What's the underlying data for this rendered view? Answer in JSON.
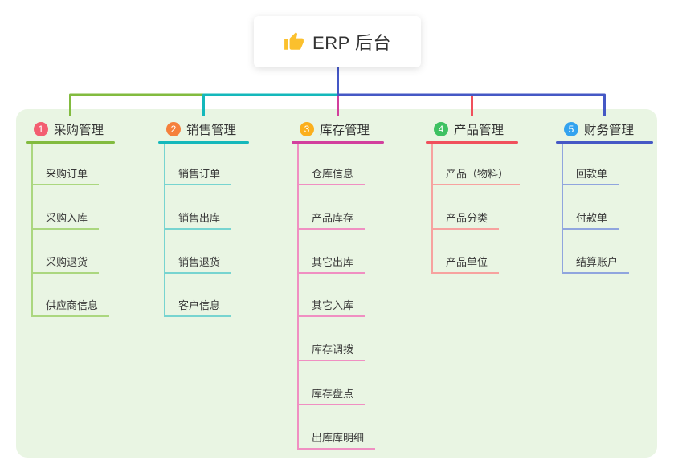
{
  "root": {
    "label": "ERP 后台",
    "icon": "thumbs-up",
    "icon_color": "#fbc02d",
    "line_color": "#4457c6"
  },
  "colors": {
    "canvas_bg": "#ffffff",
    "panel_bg": "#e9f5e3",
    "text": "#333333"
  },
  "branches": [
    {
      "index": "1",
      "label": "采购管理",
      "badge_color": "#f35e71",
      "line_color": "#82bb3f",
      "child_line_color": "#abd77f",
      "children": [
        "采购订单",
        "采购入库",
        "采购退货",
        "供应商信息"
      ]
    },
    {
      "index": "2",
      "label": "销售管理",
      "badge_color": "#f5803c",
      "line_color": "#14b8bb",
      "child_line_color": "#77d4d0",
      "children": [
        "销售订单",
        "销售出库",
        "销售退货",
        "客户信息"
      ]
    },
    {
      "index": "3",
      "label": "库存管理",
      "badge_color": "#fbaf1c",
      "line_color": "#d23f9d",
      "child_line_color": "#f08fc2",
      "children": [
        "仓库信息",
        "产品库存",
        "其它出库",
        "其它入库",
        "库存调拨",
        "库存盘点",
        "出库库明细"
      ]
    },
    {
      "index": "4",
      "label": "产品管理",
      "badge_color": "#3ec162",
      "line_color": "#f0505c",
      "child_line_color": "#f7a29f",
      "children": [
        "产品（物料）",
        "产品分类",
        "产品单位"
      ]
    },
    {
      "index": "5",
      "label": "财务管理",
      "badge_color": "#33a3ef",
      "line_color": "#4558c5",
      "child_line_color": "#90a5de",
      "children": [
        "回款单",
        "付款单",
        "结算账户"
      ]
    }
  ]
}
